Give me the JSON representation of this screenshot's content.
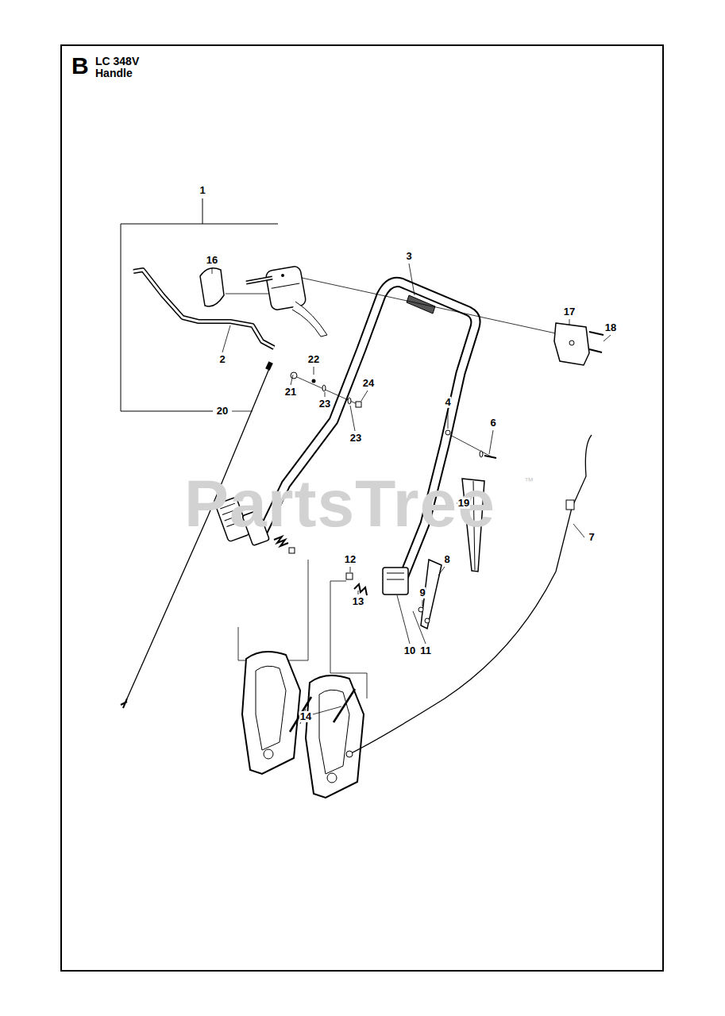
{
  "diagram": {
    "title": "LC 348V Handle",
    "labels": [
      "B",
      "PartsTree",
      "™",
      "1",
      "16",
      "3",
      "17",
      "18",
      "2",
      "22",
      "24",
      "21",
      "23",
      "20",
      "23",
      "4",
      "6",
      "19",
      "7",
      "12",
      "8",
      "9",
      "13",
      "10",
      "11",
      "14"
    ]
  }
}
